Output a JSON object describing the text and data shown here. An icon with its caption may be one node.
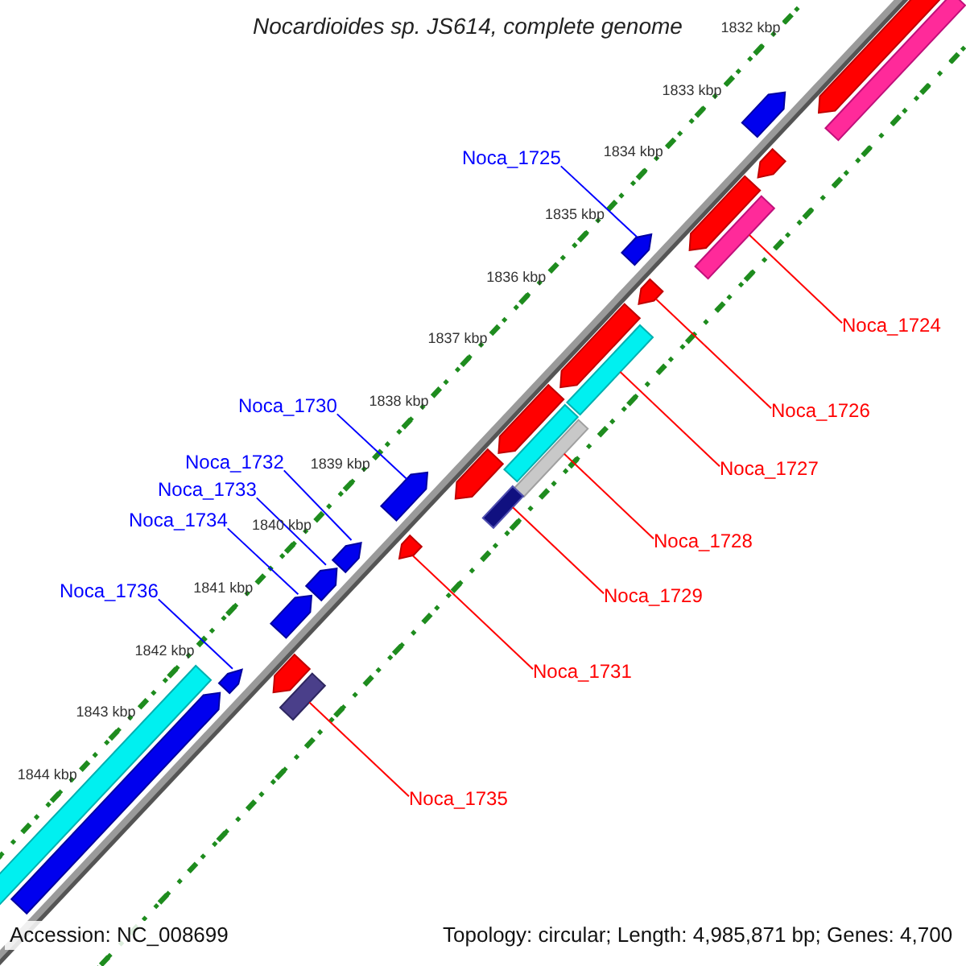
{
  "diagram": {
    "title": "Nocardioides sp. JS614, complete genome",
    "nodes": [
      {
        "text": [
          "Noca_1725"
        ]
      },
      {
        "text": [
          "Noca_1724"
        ]
      },
      {
        "text": [
          "Noca_1730"
        ]
      },
      {
        "text": [
          "Noca_1726"
        ]
      },
      {
        "text": [
          "Noca_1732"
        ]
      },
      {
        "text": [
          "Noca_1727"
        ]
      },
      {
        "text": [
          "Noca_1733"
        ]
      },
      {
        "text": [
          "Noca_1734"
        ]
      },
      {
        "text": [
          "Noca_1728"
        ]
      },
      {
        "text": [
          "Noca_1736"
        ]
      },
      {
        "text": [
          "Noca_1729"
        ]
      },
      {
        "text": [
          "Noca_1731"
        ]
      },
      {
        "text": [
          "Noca_1735"
        ]
      },
      {
        "text": [],
        "shape": "bar"
      },
      {
        "text": [],
        "shape": "bar"
      },
      {
        "text": [],
        "shape": "bar"
      },
      {
        "text": [],
        "shape": "bar"
      },
      {
        "text": [],
        "shape": "bar"
      },
      {
        "text": [],
        "shape": "bar"
      },
      {
        "text": [],
        "shape": "bar"
      },
      {
        "text": [],
        "shape": "bar"
      },
      {
        "text": [],
        "shape": "bar"
      },
      {
        "text": [],
        "shape": "bar"
      },
      {
        "text": [],
        "shape": "bar"
      },
      {
        "text": [],
        "shape": "bar"
      },
      {
        "text": [],
        "shape": "bar"
      },
      {
        "text": [],
        "shape": "bar"
      },
      {
        "text": [],
        "shape": "bar"
      },
      {
        "text": [],
        "shape": "bar"
      },
      {
        "text": [],
        "shape": "bar"
      },
      {
        "text": [],
        "shape": "bar"
      },
      {
        "text": [],
        "shape": "bar"
      },
      {
        "text": [],
        "shape": "bar"
      },
      {
        "text": [],
        "shape": "bar"
      },
      {
        "text": [],
        "shape": "bar"
      },
      {
        "text": [],
        "shape": "bar"
      },
      {
        "text": [],
        "shape": "bar"
      },
      {
        "text": [],
        "shape": "bar"
      }
    ],
    "edges": [
      {
        "from": 0,
        "to": 13,
        "arrow": "none",
        "color": "#0000ff"
      },
      {
        "from": 1,
        "to": 14,
        "arrow": "none"
      },
      {
        "from": 2,
        "to": 15,
        "arrow": "none",
        "color": "#0000ff"
      },
      {
        "from": 3,
        "to": 16,
        "arrow": "none"
      },
      {
        "from": 4,
        "to": 17,
        "arrow": "none",
        "color": "#0000ff"
      },
      {
        "from": 5,
        "to": 18,
        "arrow": "none"
      },
      {
        "from": 6,
        "to": 19,
        "arrow": "none",
        "color": "#0000ff"
      },
      {
        "from": 7,
        "to": 20,
        "arrow": "none",
        "color": "#0000ff"
      },
      {
        "from": 8,
        "to": 21,
        "arrow": "none"
      },
      {
        "from": 9,
        "to": 22,
        "arrow": "none",
        "color": "#0000ff"
      },
      {
        "from": 10,
        "to": 23,
        "arrow": "none"
      },
      {
        "from": 11,
        "to": 24,
        "arrow": "none"
      },
      {
        "from": 12,
        "to": 25,
        "arrow": "none"
      }
    ],
    "labels": [
      "1832 kbp",
      "1833 kbp",
      "1834 kbp",
      "1835 kbp",
      "1836 kbp",
      "1837 kbp",
      "1838 kbp",
      "1839 kbp",
      "1840 kbp",
      "1841 kbp",
      "1842 kbp",
      "1843 kbp",
      "1844 kbp",
      "Accession: NC_008699",
      "Topology: circular; Length: 4,985,871 bp; Genes: 4,700"
    ]
  }
}
